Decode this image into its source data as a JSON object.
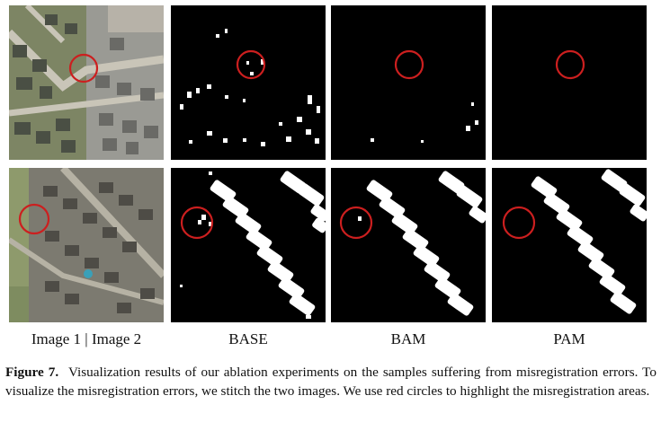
{
  "figure": {
    "columns": [
      {
        "label": "Image 1 | Image 2"
      },
      {
        "label": "BASE"
      },
      {
        "label": "BAM"
      },
      {
        "label": "PAM"
      }
    ],
    "caption": {
      "label": "Figure 7.",
      "text": "Visualization results of our ablation experiments on the samples suffering from misregistration errors. To visualize the misregistration errors, we stitch the two images. We use red circles to highlight the misregistration areas."
    },
    "highlight_color": "#cc1f1f"
  }
}
